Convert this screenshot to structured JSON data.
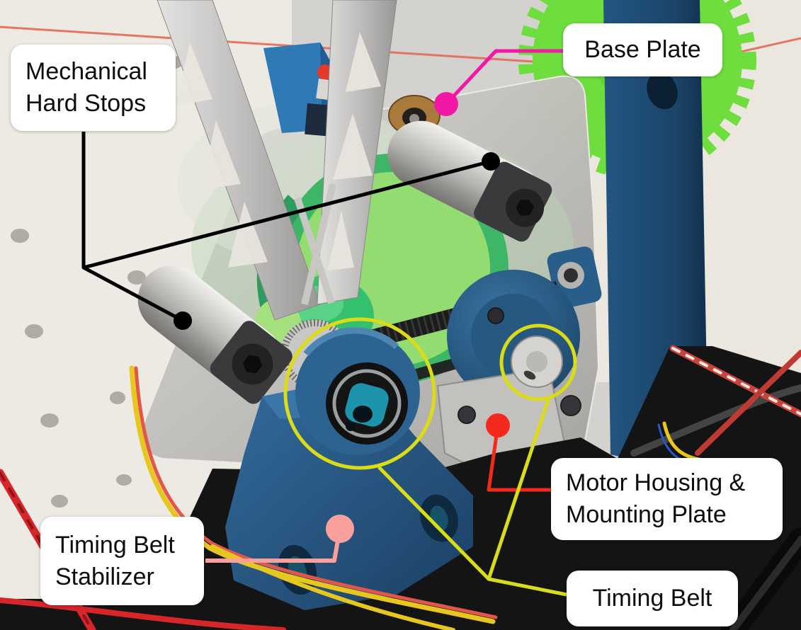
{
  "labels": {
    "hard_stops": {
      "line1": "Mechanical",
      "line2": "Hard Stops"
    },
    "base_plate": {
      "line1": "Base Plate"
    },
    "motor_housing": {
      "line1": "Motor Housing &",
      "line2": "Mounting Plate"
    },
    "stabilizer": {
      "line1": "Timing Belt",
      "line2": "Stabilizer"
    },
    "timing_belt": {
      "line1": "Timing Belt"
    }
  },
  "annotation_colors": {
    "hard_stops": "#000000",
    "base_plate": "#f118a3",
    "motor_housing": "#f5291b",
    "stabilizer": "#f9a09c",
    "timing_belt": "#d9dc17",
    "label_bg": "#ffffff",
    "label_text": "#0d0d0d"
  }
}
